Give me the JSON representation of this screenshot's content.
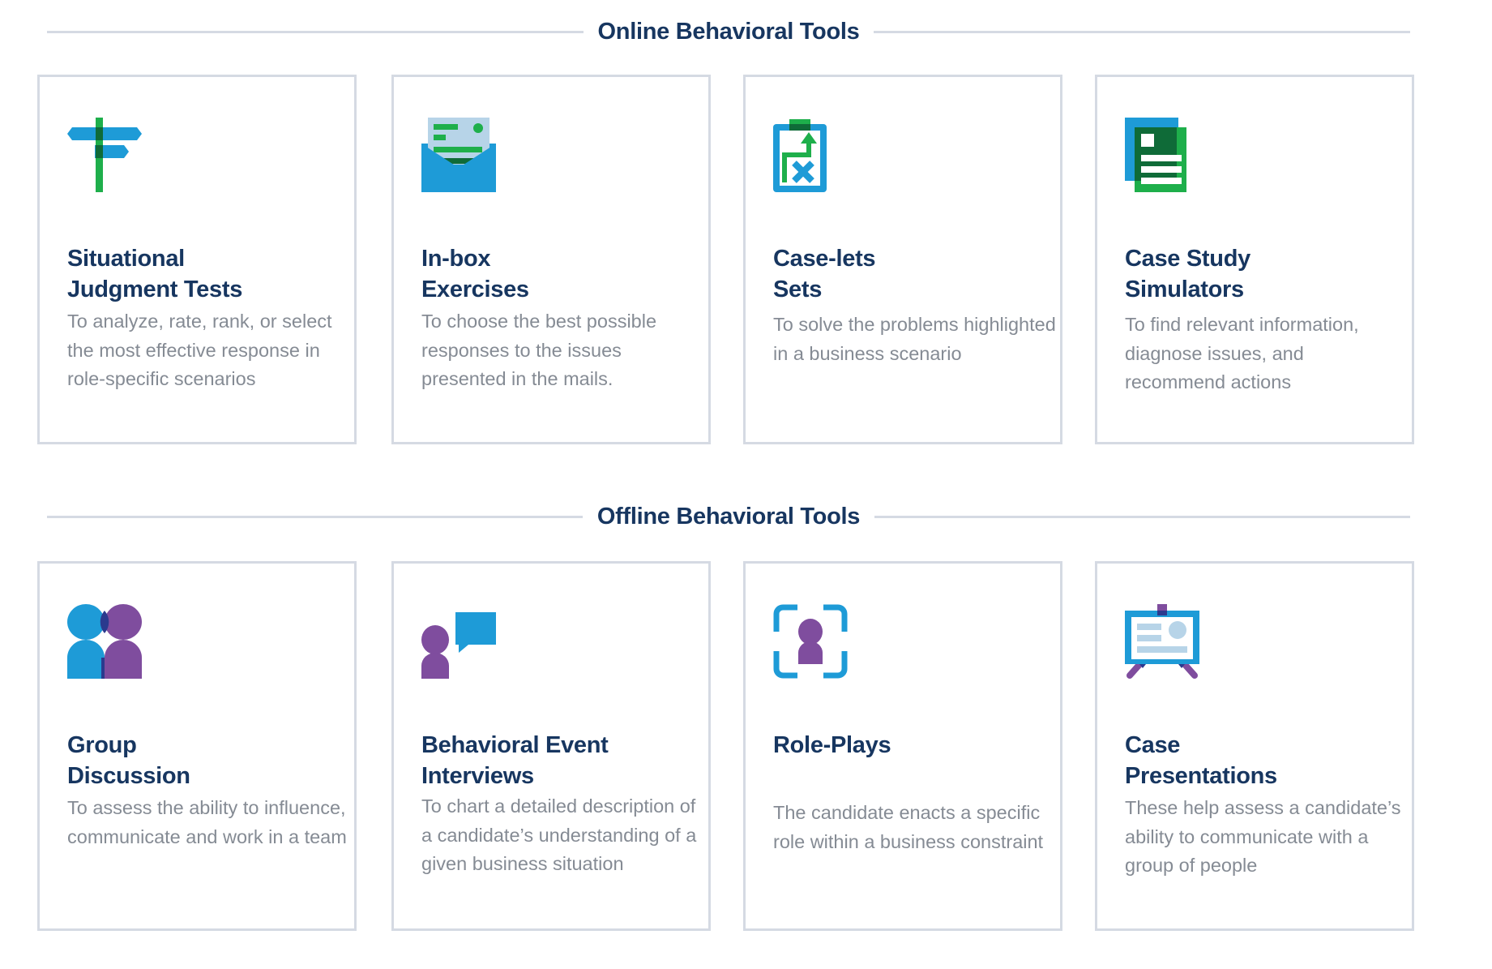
{
  "sections": [
    {
      "title": "Online Behavioral Tools",
      "cards": [
        {
          "title_line1": "Situational",
          "title_line2": "Judgment Tests",
          "description": "To analyze, rate, rank, or select the most effective response in role-specific scenarios",
          "icon": "signpost-icon"
        },
        {
          "title_line1": "In-box",
          "title_line2": "Exercises",
          "description": "To choose the best possible responses to the issues presented in the mails.",
          "icon": "open-envelope-icon"
        },
        {
          "title_line1": "Case-lets",
          "title_line2": "Sets",
          "description": "To solve the problems highlighted in a business scenario",
          "icon": "clipboard-strategy-icon"
        },
        {
          "title_line1": "Case Study",
          "title_line2": "Simulators",
          "description": "To find relevant information, diagnose issues, and recommend actions",
          "icon": "documents-icon"
        }
      ]
    },
    {
      "title": "Offline Behavioral Tools",
      "cards": [
        {
          "title_line1": "Group",
          "title_line2": "Discussion",
          "description": "To assess the ability to influence, communicate and work in a team",
          "icon": "two-people-icon"
        },
        {
          "title_line1": "Behavioral Event",
          "title_line2": "Interviews",
          "description": "To chart a detailed description of a candidate’s understanding of a given business situation",
          "icon": "person-speech-bubble-icon"
        },
        {
          "title_line1": "Role-Plays",
          "title_line2": "",
          "description": "The candidate enacts a specific role within a business constraint",
          "icon": "person-focus-frame-icon"
        },
        {
          "title_line1": "Case",
          "title_line2": "Presentations",
          "description": "These help assess a candidate’s ability to communicate with a group of people",
          "icon": "presentation-easel-icon"
        }
      ]
    }
  ],
  "colors": {
    "heading": "#173660",
    "body_text": "#858b94",
    "border": "#d5dae3",
    "blue": "#1e9bd7",
    "green": "#1eaf4b",
    "dark_green": "#0f6b38",
    "purple": "#7f4d9e",
    "light_blue": "#b7d4e8",
    "navy_overlap": "#2b3a8e"
  }
}
